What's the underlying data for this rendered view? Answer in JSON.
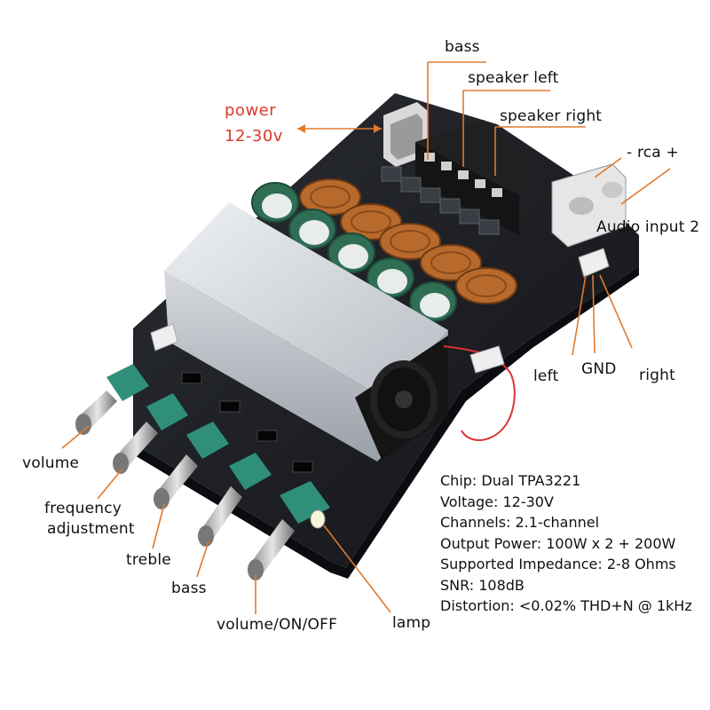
{
  "labels": {
    "bass_top": "bass",
    "speaker_left": "speaker left",
    "speaker_right": "speaker right",
    "power_line1": "power",
    "power_line2": "12-30v",
    "rca": "-  rca +",
    "audio_input_2": "Audio input 2",
    "left": "left",
    "gnd": "GND",
    "right": "right",
    "volume": "volume",
    "frequency_line1": "frequency",
    "frequency_line2": "adjustment",
    "treble": "treble",
    "bass_bottom": "bass",
    "volume_on_off": "volume/ON/OFF",
    "lamp": "lamp"
  },
  "specs": [
    "Chip: Dual TPA3221",
    "Voltage: 12-30V",
    "Channels: 2.1-channel",
    "Output Power: 100W x 2 + 200W",
    "Supported Impedance: 2-8 Ohms",
    "SNR: 108dB",
    "Distortion: <0.02% THD+N @ 1kHz"
  ],
  "colors": {
    "pointer": "#e07a2e",
    "power_label": "#d83a2a",
    "pcb": "#1b1d22",
    "heatsink": "#c9cdd3",
    "knob_body": "#2f8f7a",
    "capacitor": "#2f6e55",
    "inductor": "#b86a2d"
  }
}
